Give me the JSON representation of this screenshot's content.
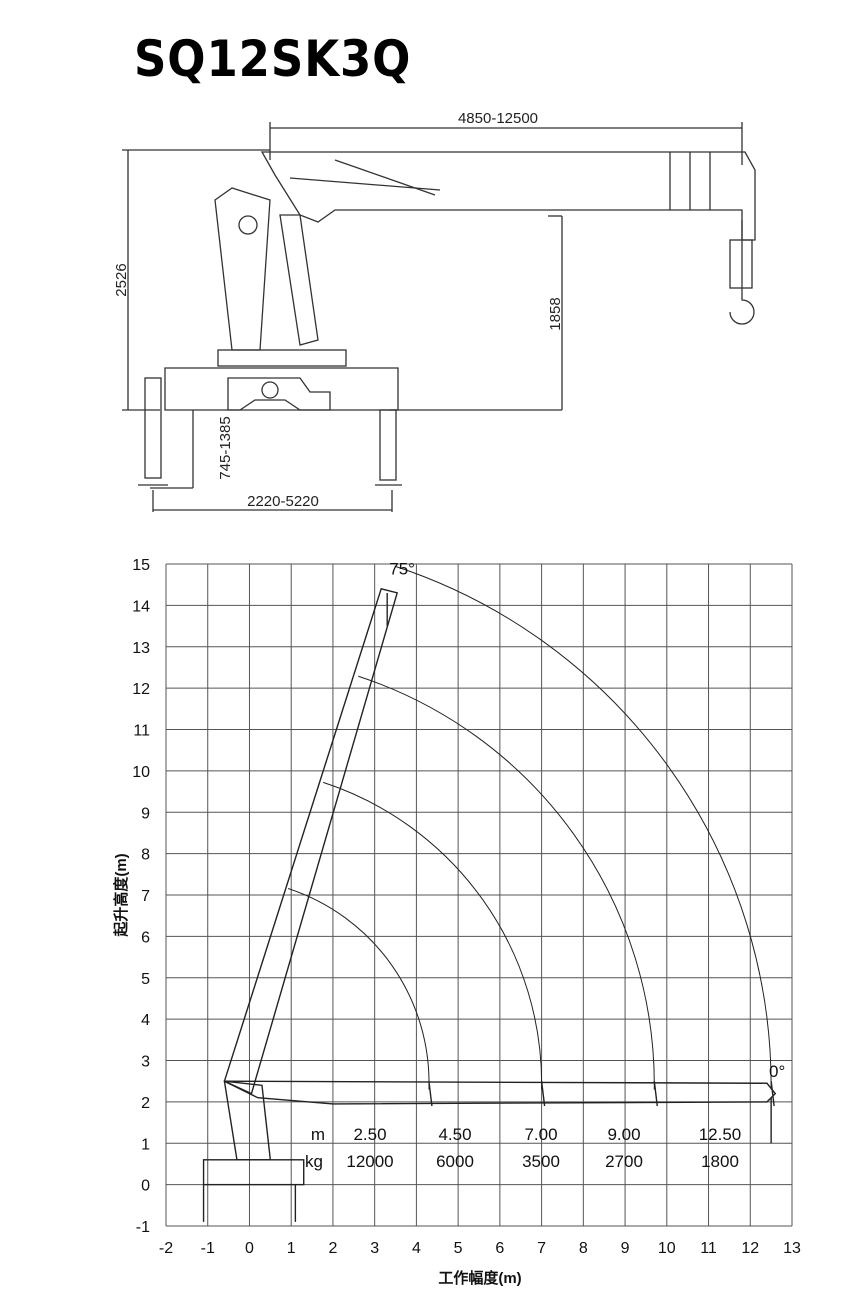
{
  "title": "SQ12SK3Q",
  "drawing": {
    "dimensions": {
      "boom_length": "4850-12500",
      "overall_height": "2526",
      "boom_height": "1858",
      "outrigger_height": "745-1385",
      "outrigger_span": "2220-5220"
    }
  },
  "chart": {
    "xlabel": "工作幅度(m)",
    "ylabel": "起升高度(m)",
    "xlim": [
      -2,
      13
    ],
    "ylim": [
      -1,
      15
    ],
    "xticks": [
      -2,
      -1,
      0,
      1,
      2,
      3,
      4,
      5,
      6,
      7,
      8,
      9,
      10,
      11,
      12,
      13
    ],
    "yticks": [
      -1,
      0,
      1,
      2,
      3,
      4,
      5,
      6,
      7,
      8,
      9,
      10,
      11,
      12,
      13,
      14,
      15
    ],
    "grid": true,
    "angle_max": "75°",
    "angle_min": "0°",
    "load_table": {
      "radius_unit": "m",
      "load_unit": "kg",
      "radius": [
        "2.50",
        "4.50",
        "7.00",
        "9.00",
        "12.50"
      ],
      "load": [
        "12000",
        "6000",
        "3500",
        "2700",
        "1800"
      ]
    },
    "boom_sections_horizontal_reach": [
      4.3,
      7.0,
      9.7,
      12.5
    ]
  }
}
